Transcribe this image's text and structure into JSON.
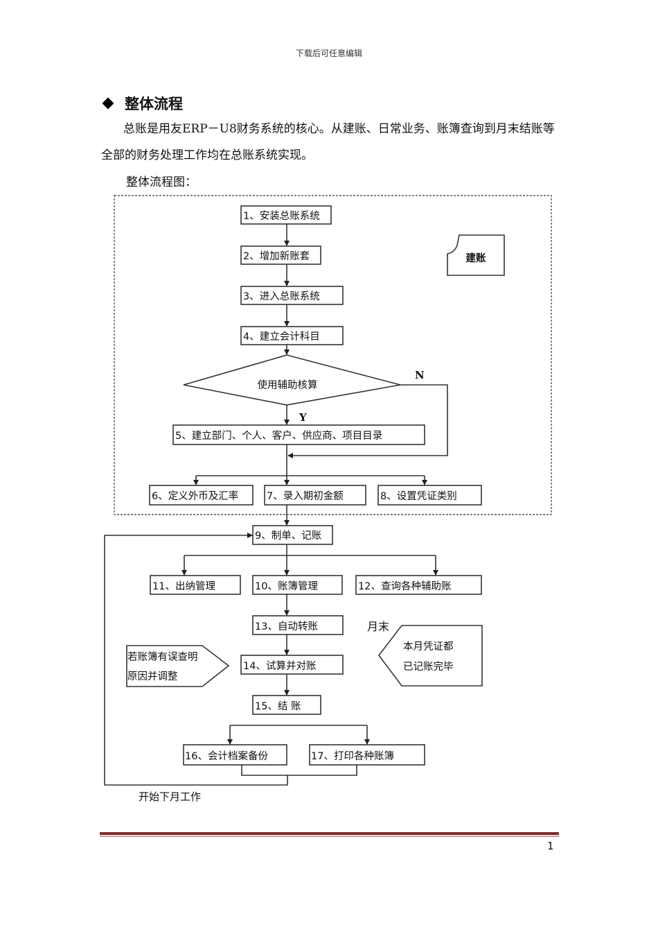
{
  "header_note": "下载后可任意编辑",
  "section": {
    "title": "整体流程",
    "paragraph": "总账是用友ERP－U8财务系统的核心。从建账、日常业务、账簿查询到月末结账等全部的财务处理工作均在总账系统实现。",
    "caption": "整体流程图："
  },
  "flowchart": {
    "group_label": "建账",
    "steps": {
      "s1": "1、安装总账系统",
      "s2": "2、增加新账套",
      "s3": "3、进入总账系统",
      "s4": "4、建立会计科目",
      "decision": "使用辅助核算",
      "s5": "5、建立部门、个人、客户、供应商、项目目录",
      "s6": "6、定义外币及汇率",
      "s7": "7、录入期初金额",
      "s8": "8、设置凭证类别",
      "s9": "9、制单、记账",
      "s10": "10、账簿管理",
      "s11": "11、出纳管理",
      "s12": "12、查询各种辅助账",
      "s13": "13、自动转账",
      "s14": "14、试算并对账",
      "s15": "15、结 账",
      "s16": "16、会计档案备份",
      "s17": "17、打印各种账簿"
    },
    "yes_label": "Y",
    "no_label": "N",
    "note_error": [
      "若账簿有误查明",
      "原因并调整"
    ],
    "month_end_label": "月末",
    "note_month_end": [
      "本月凭证都",
      "已记账完毕"
    ],
    "loop_label": "开始下月工作"
  },
  "footer": {
    "page_number": "1",
    "rule_color": "#7a2c2c"
  }
}
